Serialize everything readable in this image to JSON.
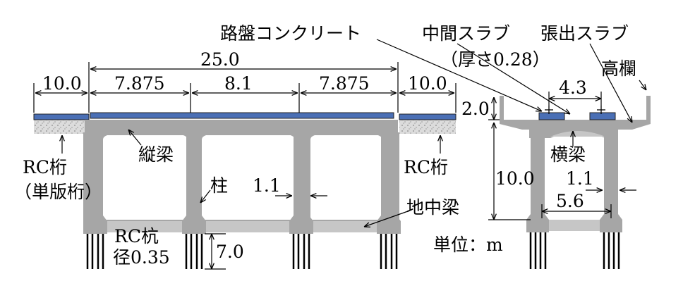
{
  "labels": {
    "road_concrete": "路盤コンクリート",
    "middle_slab": "中間スラブ",
    "overhang_slab": "張出スラブ",
    "middle_slab_thickness": "（厚さ0.28）",
    "railing": "高欄",
    "rc_girder_left": "RC桁",
    "slab_girder_note": "（単版桁）",
    "rc_girder_right": "RC桁",
    "longitudinal_beam": "縦梁",
    "column": "柱",
    "ground_beam": "地中梁",
    "cross_beam": "横梁",
    "rc_pile": "RC杭",
    "pile_diameter": "径0.35",
    "unit": "単位：m"
  },
  "dimensions": {
    "total_length": "25.0",
    "left_girder_span": "10.0",
    "right_girder_span": "10.0",
    "span_1": "7.875",
    "span_2": "8.1",
    "span_3": "7.875",
    "column_width_side": "1.1",
    "pile_length": "7.0",
    "slab_gap": "4.3",
    "deck_height": "2.0",
    "frame_height": "10.0",
    "column_width_section": "1.1",
    "column_spacing": "5.6"
  },
  "colors": {
    "concrete": "#a6a6a6",
    "concrete_light": "#c6c6c6",
    "track_slab": "#4a6fb5",
    "ballast": "#d8d8d8"
  }
}
